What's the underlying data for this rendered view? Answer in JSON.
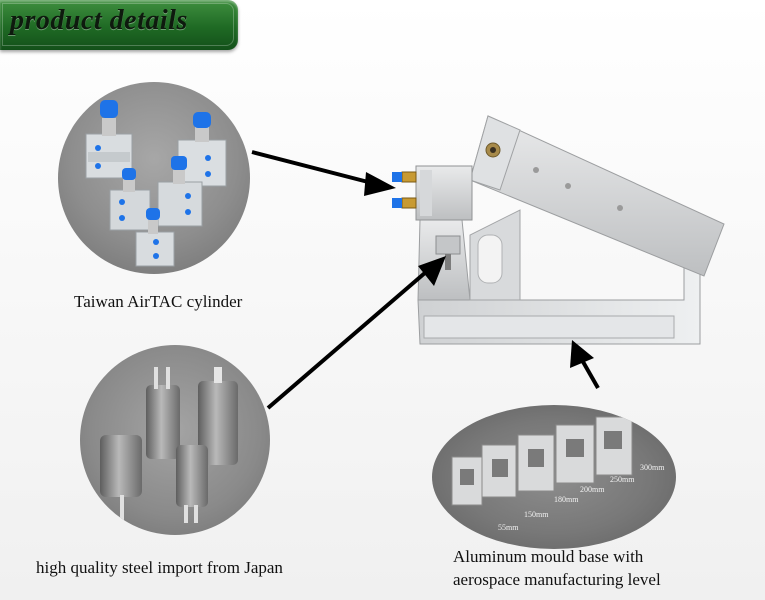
{
  "banner": {
    "title": "product details"
  },
  "features": {
    "cylinder": {
      "label": "Taiwan AirTAC cylinder"
    },
    "steel": {
      "label": "high quality steel import from Japan"
    },
    "aluminum": {
      "label_line1": "Aluminum mould base with",
      "label_line2": "aerospace manufacturing level",
      "sizes": [
        "55mm",
        "150mm",
        "180mm",
        "200mm",
        "250mm",
        "300mm"
      ]
    }
  },
  "colors": {
    "banner_green": "#1f6a24",
    "arrow": "#000000",
    "cylinder_cap": "#1e73e8"
  },
  "icons": [
    "arrow-icon"
  ]
}
